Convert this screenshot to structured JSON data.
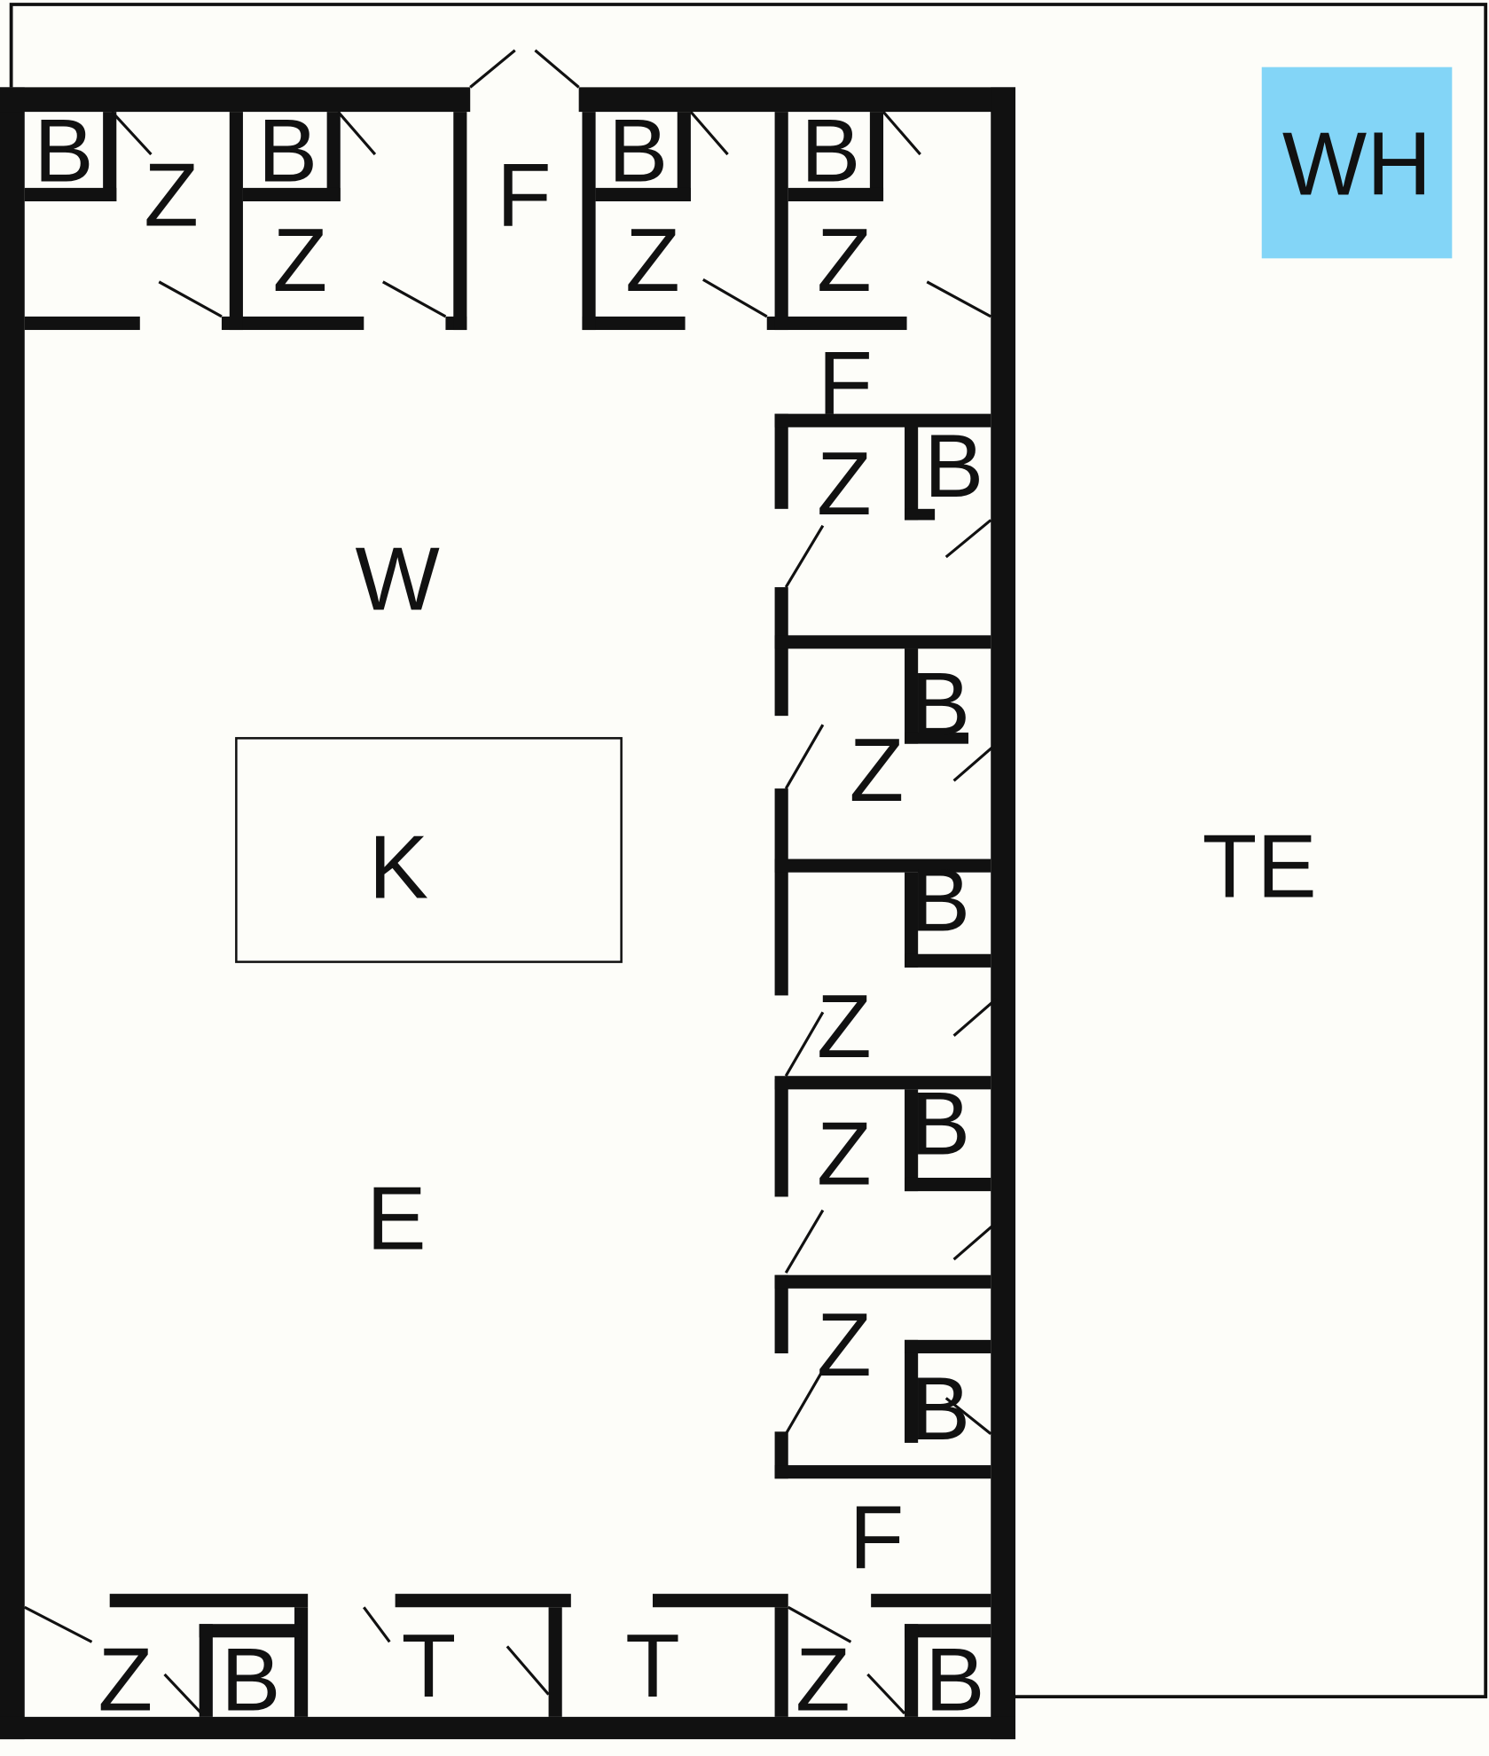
{
  "colors": {
    "background": "#fdfdf9",
    "wall": "#111111",
    "wh_fill": "#83d5f7"
  },
  "labels": {
    "wh": "WH",
    "te": "TE",
    "w": "W",
    "k": "K",
    "e": "E",
    "f_top": "F",
    "f_mid": "F",
    "f_bottom": "F",
    "top_b1": "B",
    "top_z1": "Z",
    "top_b2": "B",
    "top_z2": "Z",
    "top_b3": "B",
    "top_z3": "Z",
    "top_b4": "B",
    "top_z4": "Z",
    "r1_z": "Z",
    "r1_b": "B",
    "r2_b": "B",
    "r2_z": "Z",
    "r3_b": "B",
    "r3_z": "Z",
    "r4_b": "B",
    "r4_z": "Z",
    "r5_z": "Z",
    "r5_b": "B",
    "bot_z1": "Z",
    "bot_b1": "B",
    "bot_t1": "T",
    "bot_t2": "T",
    "bot_z2": "Z",
    "bot_b2": "B"
  }
}
